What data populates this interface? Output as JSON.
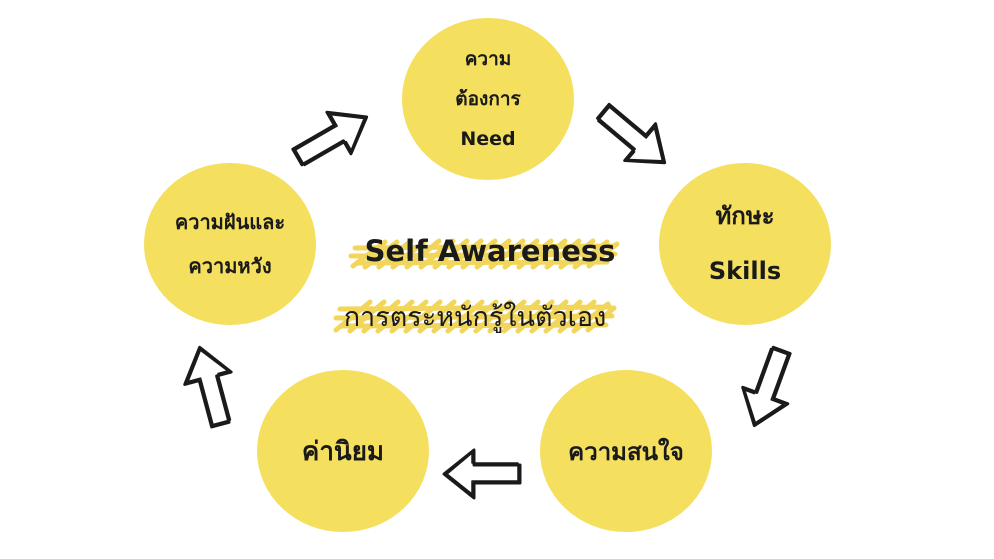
{
  "colors": {
    "circle": "#f4df5e",
    "scribble": "#f0d24a",
    "arrow_stroke": "#1a1a1a"
  },
  "nodes": {
    "need": {
      "line1": "ความ",
      "line2": "ต้องการ",
      "line3": "Need"
    },
    "skills": {
      "line1": "ทักษะ",
      "line2": "Skills"
    },
    "interest": {
      "label": "ความสนใจ"
    },
    "values": {
      "label": "ค่านิยม"
    },
    "dream": {
      "line1": "ความฝันและ",
      "line2": "ความหวัง"
    }
  },
  "center": {
    "title": "Self Awareness",
    "subtitle": "การตระหนักรู้ในตัวเอง"
  }
}
